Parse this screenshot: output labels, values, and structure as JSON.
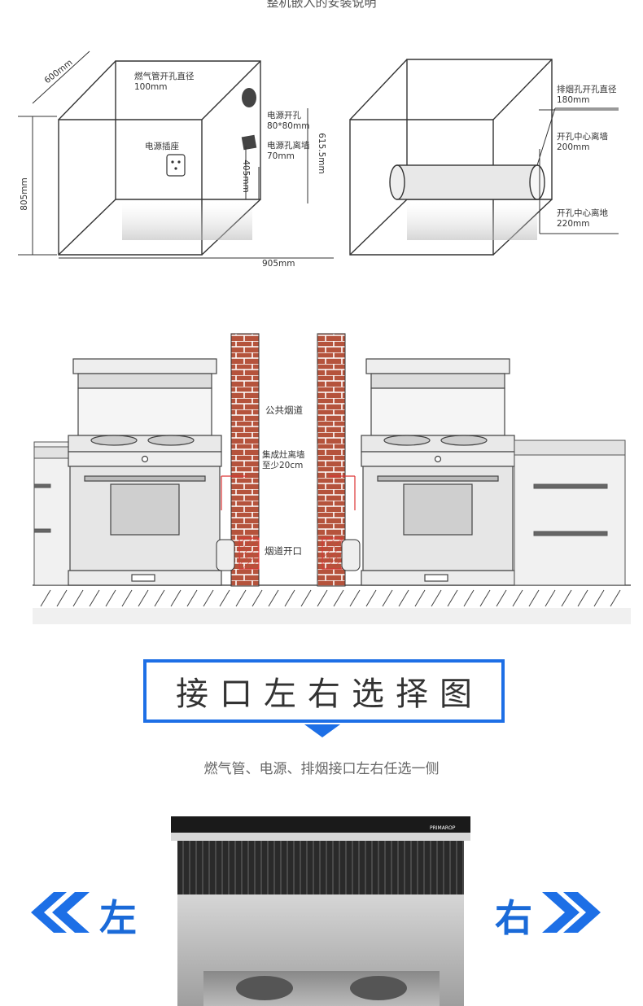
{
  "header": {
    "title": "整机嵌入的安装说明"
  },
  "diagram_left": {
    "labels": {
      "depth": "600mm",
      "gas_hole": "燃气管开孔直径\n100mm",
      "power_socket": "电源插座",
      "power_hole": "电源开孔\n80*80mm",
      "power_hole_wall": "电源孔离墙\n70mm",
      "height_615": "615.5mm",
      "height_405": "405mm",
      "height_805": "805mm",
      "width": "905mm"
    }
  },
  "diagram_right": {
    "labels": {
      "exhaust_hole": "排烟孔开孔直径\n180mm",
      "center_wall": "开孔中心离墙\n200mm",
      "center_floor": "开孔中心离地\n220mm"
    }
  },
  "chimney": {
    "labels": {
      "public_flue": "公共烟道",
      "distance": "集成灶离墙\n至少20cm",
      "flue_opening": "烟道开口"
    }
  },
  "selector": {
    "title": "接口左右选择图",
    "subtitle": "燃气管、电源、排烟接口左右任选一侧",
    "left_label": "左",
    "right_label": "右"
  },
  "product": {
    "brand": "PRIMAROP"
  },
  "colors": {
    "accent": "#1d6fe6",
    "brick": "#b5533c"
  }
}
